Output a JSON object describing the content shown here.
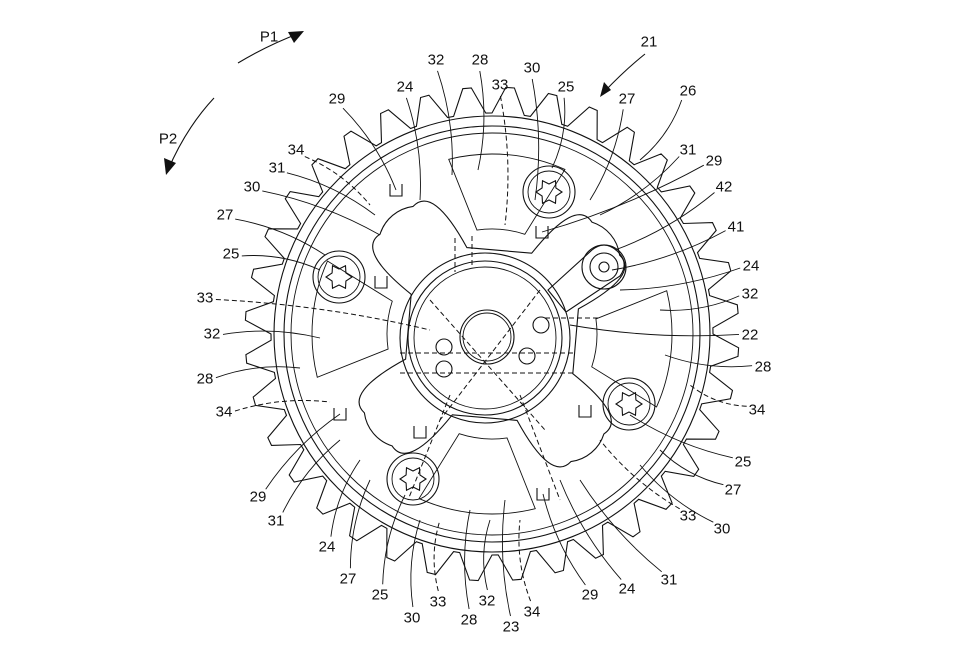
{
  "figure": {
    "ref_numeral": "21",
    "arrows": {
      "p1": "P1",
      "p2": "P2"
    },
    "labels": [
      {
        "id": "32_top",
        "text": "32",
        "kind": "solid"
      },
      {
        "id": "28_top",
        "text": "28",
        "kind": "solid"
      },
      {
        "id": "30_top",
        "text": "30",
        "kind": "solid"
      },
      {
        "id": "33_top",
        "text": "33",
        "kind": "dashed"
      },
      {
        "id": "25_top",
        "text": "25",
        "kind": "solid"
      },
      {
        "id": "27_top",
        "text": "27",
        "kind": "solid"
      },
      {
        "id": "26",
        "text": "26",
        "kind": "solid"
      },
      {
        "id": "29_topleft",
        "text": "29",
        "kind": "solid"
      },
      {
        "id": "24_top",
        "text": "24",
        "kind": "solid"
      },
      {
        "id": "34_topleft",
        "text": "34",
        "kind": "dashed"
      },
      {
        "id": "31_topleft",
        "text": "31",
        "kind": "solid"
      },
      {
        "id": "30_left",
        "text": "30",
        "kind": "solid"
      },
      {
        "id": "27_left",
        "text": "27",
        "kind": "solid"
      },
      {
        "id": "25_left",
        "text": "25",
        "kind": "solid"
      },
      {
        "id": "33_left",
        "text": "33",
        "kind": "dashed"
      },
      {
        "id": "32_left",
        "text": "32",
        "kind": "solid"
      },
      {
        "id": "28_left",
        "text": "28",
        "kind": "solid"
      },
      {
        "id": "34_left",
        "text": "34",
        "kind": "dashed"
      },
      {
        "id": "31_topright",
        "text": "31",
        "kind": "solid"
      },
      {
        "id": "29_topright",
        "text": "29",
        "kind": "solid"
      },
      {
        "id": "42",
        "text": "42",
        "kind": "solid"
      },
      {
        "id": "41",
        "text": "41",
        "kind": "solid"
      },
      {
        "id": "24_right",
        "text": "24",
        "kind": "solid"
      },
      {
        "id": "32_right",
        "text": "32",
        "kind": "solid"
      },
      {
        "id": "22",
        "text": "22",
        "kind": "solid"
      },
      {
        "id": "28_right",
        "text": "28",
        "kind": "solid"
      },
      {
        "id": "34_right",
        "text": "34",
        "kind": "dashed"
      },
      {
        "id": "25_right",
        "text": "25",
        "kind": "solid"
      },
      {
        "id": "27_right",
        "text": "27",
        "kind": "solid"
      },
      {
        "id": "30_right",
        "text": "30",
        "kind": "solid"
      },
      {
        "id": "33_right",
        "text": "33",
        "kind": "dashed"
      },
      {
        "id": "31_right",
        "text": "31",
        "kind": "solid"
      },
      {
        "id": "24_botright",
        "text": "24",
        "kind": "solid"
      },
      {
        "id": "29_bot",
        "text": "29",
        "kind": "solid"
      },
      {
        "id": "34_bot",
        "text": "34",
        "kind": "dashed"
      },
      {
        "id": "23",
        "text": "23",
        "kind": "solid"
      },
      {
        "id": "32_bot",
        "text": "32",
        "kind": "solid"
      },
      {
        "id": "28_bot",
        "text": "28",
        "kind": "solid"
      },
      {
        "id": "33_bot",
        "text": "33",
        "kind": "dashed"
      },
      {
        "id": "30_bot",
        "text": "30",
        "kind": "solid"
      },
      {
        "id": "25_bot",
        "text": "25",
        "kind": "solid"
      },
      {
        "id": "27_bot",
        "text": "27",
        "kind": "solid"
      },
      {
        "id": "24_botleft",
        "text": "24",
        "kind": "solid"
      },
      {
        "id": "31_botleft",
        "text": "31",
        "kind": "solid"
      },
      {
        "id": "29_botleft",
        "text": "29",
        "kind": "solid"
      }
    ]
  }
}
